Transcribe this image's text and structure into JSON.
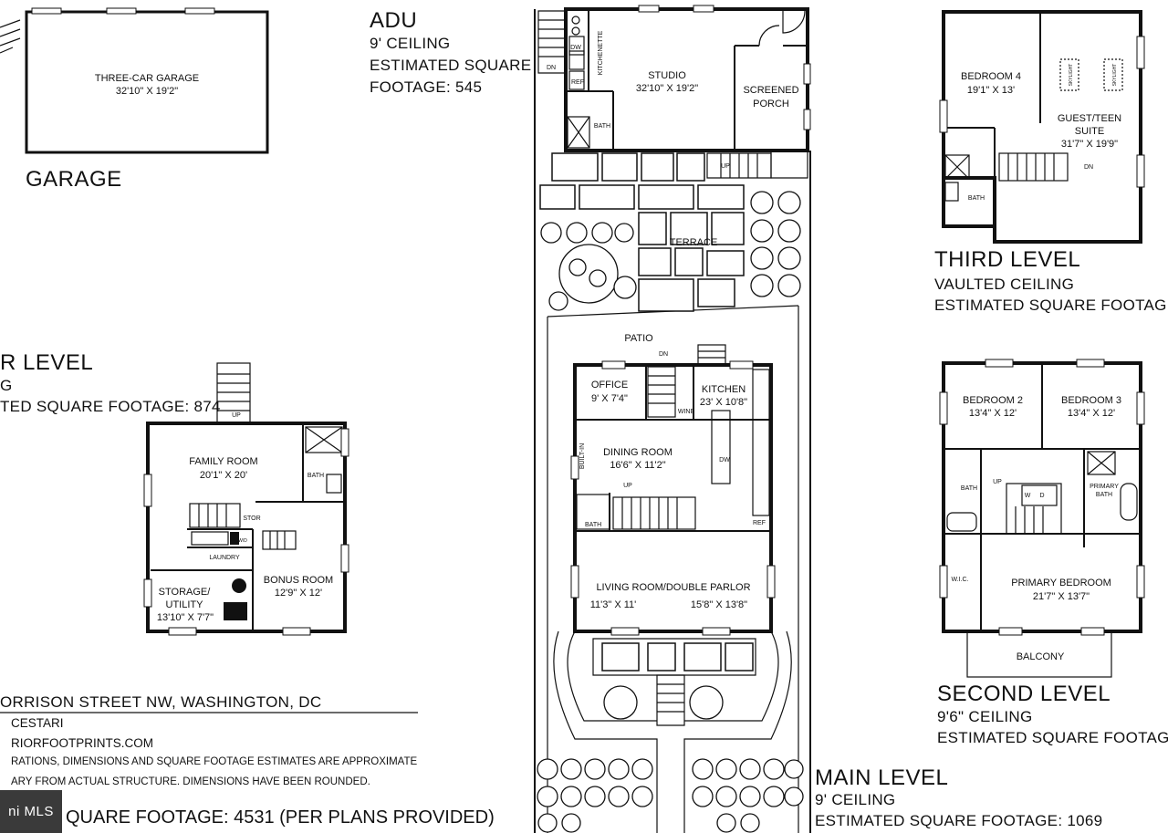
{
  "garage": {
    "heading": "GARAGE",
    "room_name": "THREE-CAR GARAGE",
    "room_dims": "32'10\" X 19'2\""
  },
  "adu": {
    "heading": "ADU",
    "ceiling": "9' CEILING",
    "sqft_line1": "ESTIMATED SQUARE",
    "sqft_line2": "FOOTAGE: 545",
    "studio": "STUDIO",
    "studio_dims": "32'10\" X 19'2\"",
    "screened_1": "SCREENED",
    "screened_2": "PORCH",
    "kitchenette": "KITCHENETTE",
    "bath": "BATH",
    "dw": "DW",
    "ref": "REF",
    "dn": "DN",
    "up": "UP"
  },
  "third_level": {
    "heading": "THIRD LEVEL",
    "ceiling": "VAULTED CEILING",
    "sqft": "ESTIMATED SQUARE FOOTAGE",
    "bedroom4": "BEDROOM 4",
    "bedroom4_dims": "19'1\" X 13'",
    "guest_1": "GUEST/TEEN",
    "guest_2": "SUITE",
    "guest_dims": "31'7\" X 19'9\"",
    "bath": "BATH",
    "skylight": "SKYLIGHT",
    "dn": "DN"
  },
  "lower_level": {
    "heading": "R LEVEL",
    "ceiling": "G",
    "sqft": "TED SQUARE FOOTAGE: 874",
    "family_room": "FAMILY ROOM",
    "family_dims": "20'1\" X 20'",
    "bath": "BATH",
    "stor": "STOR",
    "laundry": "LAUNDRY",
    "wd": "W/D",
    "storage_1": "STORAGE/",
    "storage_2": "UTILITY",
    "storage_dims": "13'10\" X 7'7\"",
    "bonus_room": "BONUS ROOM",
    "bonus_dims": "12'9\" X 12'",
    "up": "UP"
  },
  "main_level": {
    "heading": "MAIN LEVEL",
    "ceiling": "9' CEILING",
    "sqft": "ESTIMATED SQUARE FOOTAGE: 1069",
    "terrace": "TERRACE",
    "patio": "PATIO",
    "office": "OFFICE",
    "office_dims": "9' X 7'4\"",
    "kitchen": "KITCHEN",
    "kitchen_dims": "23' X 10'8\"",
    "dining": "DINING ROOM",
    "dining_dims": "16'6\" X 11'2\"",
    "living": "LIVING ROOM/DOUBLE PARLOR",
    "living_dims_left": "11'3\" X 11'",
    "living_dims_right": "15'8\" X 13'8\"",
    "bath": "BATH",
    "built_in": "BUILT-IN",
    "wine": "WINE",
    "dw": "DW",
    "ref": "REF",
    "up": "UP",
    "dn": "DN"
  },
  "second_level": {
    "heading": "SECOND LEVEL",
    "ceiling": "9'6\" CEILING",
    "sqft": "ESTIMATED SQUARE FOOTAGE",
    "bedroom2": "BEDROOM 2",
    "bedroom2_dims": "13'4\" X 12'",
    "bedroom3": "BEDROOM 3",
    "bedroom3_dims": "13'4\" X 12'",
    "primary_bath_1": "PRIMARY",
    "primary_bath_2": "BATH",
    "bath": "BATH",
    "wic": "W.I.C.",
    "primary_bedroom": "PRIMARY BEDROOM",
    "primary_dims": "21'7\" X 13'7\"",
    "balcony": "BALCONY",
    "w": "W",
    "d": "D",
    "up": "UP"
  },
  "footer": {
    "address": "ORRISON STREET NW, WASHINGTON, DC",
    "author": "CESTARI",
    "website": "RIORFOOTPRINTS.COM",
    "disclaimer_1": "RATIONS, DIMENSIONS AND SQUARE FOOTAGE ESTIMATES ARE APPROXIMATE",
    "disclaimer_2": "ARY FROM ACTUAL STRUCTURE. DIMENSIONS HAVE BEEN ROUNDED.",
    "total": "QUARE FOOTAGE: 4531 (PER PLANS PROVIDED)",
    "mls_badge": "ni MLS"
  }
}
